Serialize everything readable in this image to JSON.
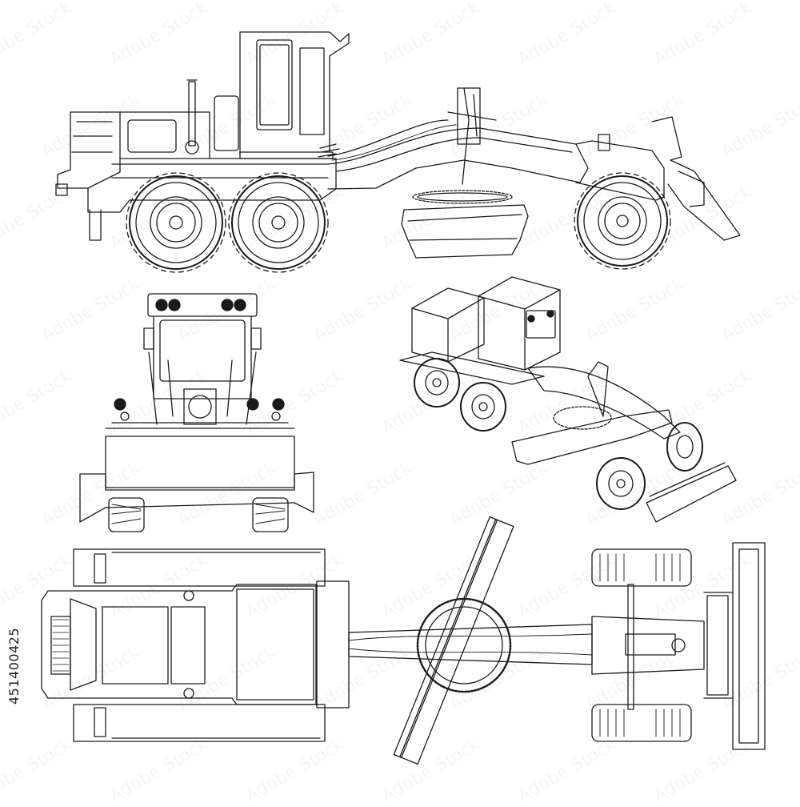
{
  "stock_id": "451400425",
  "watermark": "Adobe Stock",
  "colors": {
    "line": "#1a1a1a",
    "fill": "#ffffff",
    "watermark": "#000000"
  },
  "views": [
    {
      "name": "side-view"
    },
    {
      "name": "front-view"
    },
    {
      "name": "perspective-view"
    },
    {
      "name": "top-view"
    }
  ]
}
